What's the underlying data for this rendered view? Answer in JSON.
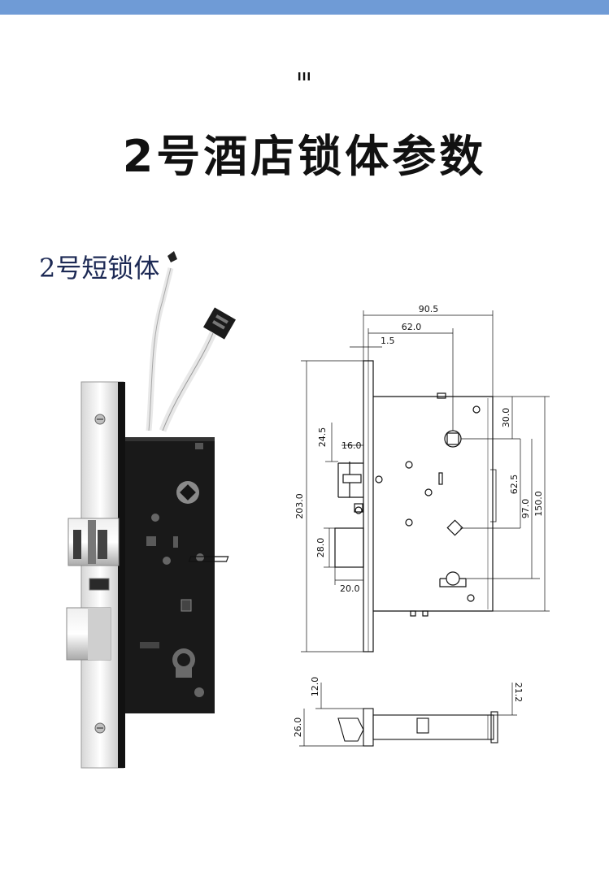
{
  "header": {
    "marker": "III",
    "title": "2号酒店锁体参数"
  },
  "product": {
    "label": "2号短锁体"
  },
  "drawing": {
    "dimensions": {
      "overall_width": "90.5",
      "handle_offset": "62.0",
      "plate_thickness": "1.5",
      "faceplate_height": "203.0",
      "latch_spacing": "24.5",
      "latch_projection": "16.0",
      "deadbolt_height": "28.0",
      "deadbolt_projection": "20.0",
      "top_offset": "30.0",
      "spindle_spacing": "62.5",
      "cylinder_spacing": "97.0",
      "case_height": "150.0",
      "side_top": "12.0",
      "side_depth": "26.0",
      "side_case": "21.2"
    }
  }
}
